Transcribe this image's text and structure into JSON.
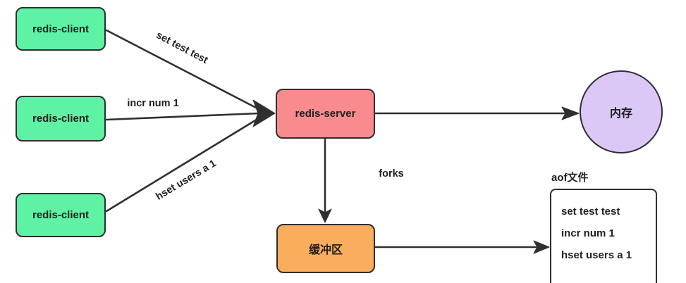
{
  "colors": {
    "client_fill": "#5ef2a4",
    "server_fill": "#f98b8e",
    "memory_fill": "#dcc8f7",
    "buffer_fill": "#f9ad5d",
    "aof_fill": "#ffffff",
    "stroke": "#2f2f2f",
    "text": "#1f1f1f",
    "background": "#ffffff"
  },
  "nodes": {
    "clients": [
      {
        "label": "redis-client"
      },
      {
        "label": "redis-client"
      },
      {
        "label": "redis-client"
      }
    ],
    "server": {
      "label": "redis-server"
    },
    "memory": {
      "label": "内存"
    },
    "buffer": {
      "label": "缓冲区"
    },
    "aof_file": {
      "title": "aof文件",
      "entries": [
        "set test test",
        "incr num 1",
        "hset users a 1"
      ]
    }
  },
  "edge_labels": {
    "client1_to_server": "set test test",
    "client2_to_server": "incr num 1",
    "client3_to_server": "hset users a 1",
    "server_to_buffer": "forks"
  }
}
